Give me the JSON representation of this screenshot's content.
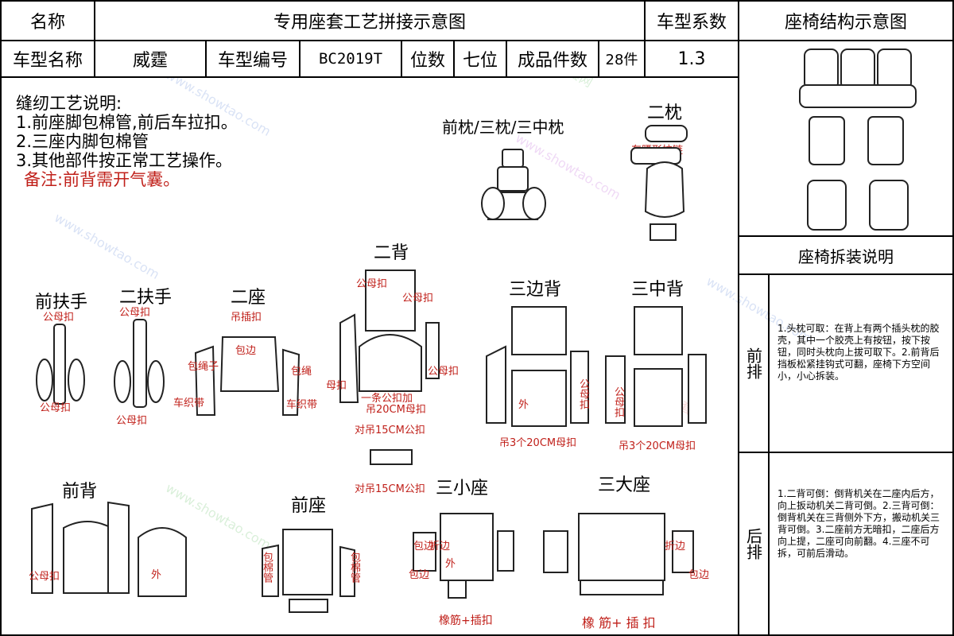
{
  "header": {
    "name_label": "名称",
    "doc_title": "专用座套工艺拼接示意图",
    "coef_label": "车型系数",
    "structure_title": "座椅结构示意图",
    "model_name_label": "车型名称",
    "model_name": "威霆",
    "model_code_label": "车型编号",
    "model_code": "BC2019T",
    "seats_label": "位数",
    "seats": "七位",
    "pieces_label": "成品件数",
    "pieces": "28件",
    "coef": "1.3"
  },
  "process": {
    "title": "缝纫工艺说明:",
    "lines": [
      "1.前座脚包棉管,前后车拉扣。",
      "2.三座内脚包棉管",
      "3.其他部件按正常工艺操作。"
    ],
    "remark": "备注:前背需开气囊。"
  },
  "sections": {
    "front_pillow": "前枕/三枕/三中枕",
    "second_pillow": "二枕",
    "second_pillow_note": "车腰形拉链",
    "front_armrest": "前扶手",
    "second_armrest": "二扶手",
    "second_seat": "二座",
    "second_back": "二背",
    "third_side_back": "三边背",
    "third_mid_back": "三中背",
    "front_back": "前背",
    "front_seat": "前座",
    "third_small_seat": "三小座",
    "third_big_seat": "三大座"
  },
  "red_labels": {
    "mf": "公母扣",
    "hang_buckle": "吊插扣",
    "edge": "包边",
    "fold": "折边",
    "rope": "包绳子",
    "rope2": "包绳",
    "strap": "车织带",
    "mother": "母扣",
    "one_buckle": "一条公扣加",
    "hang20": "吊20CM母扣",
    "hang15a": "对吊15CM公扣",
    "hang15b": "对吊15CM公扣",
    "hang3": "吊3个20CM母扣",
    "outer": "外",
    "mf_vert": "公母扣",
    "cotton": "包棉管",
    "rubber1": "橡筋+插扣",
    "rubber2": "橡 筋+ 插 扣"
  },
  "disassembly": {
    "title": "座椅拆装说明",
    "front_label": "前排",
    "front_text": "1.头枕可取：在背上有两个插头枕的胶壳，其中一个胶壳上有按钮，按下按钮，同时头枕向上拔可取下。2.前背后挡板松紧挂钩式可翻，座椅下方空间小，小心拆装。",
    "rear_label": "后排",
    "rear_text": "1.二背可倒：倒背机关在二座内后方，向上扳动机关二背可倒。2.三背可倒：倒背机关在三背侧外下方，搬动机关三背可倒。3.二座前方无暗扣，二座后方向上提，二座可向前翻。4.三座不可拆，可前后滑动。"
  },
  "watermark": {
    "a": "秀套网",
    "b": "www.showtao.com"
  }
}
